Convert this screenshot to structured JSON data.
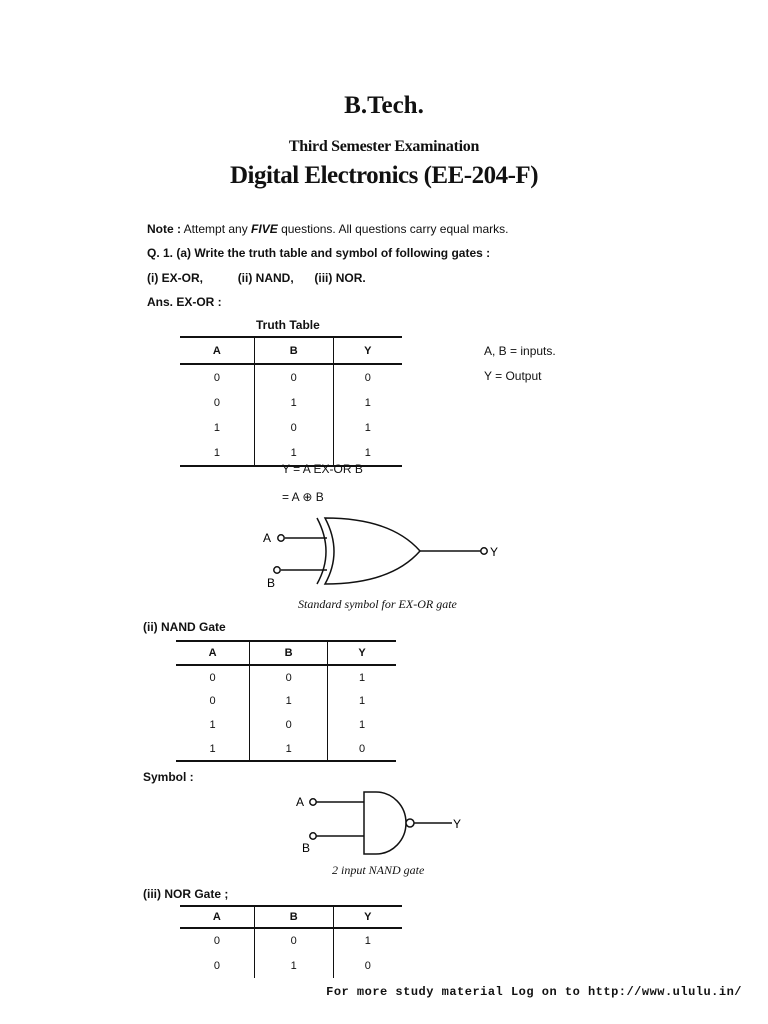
{
  "header": {
    "degree": "B.Tech.",
    "exam": "Third Semester Examination",
    "course": "Digital Electronics (EE-204-F)"
  },
  "note": {
    "label": "Note :",
    "text_before": "Attempt any",
    "emphasis": "FIVE",
    "text_after": "questions. All questions carry equal marks."
  },
  "question": {
    "number": "Q. 1. (a)",
    "text": "Write the truth table and symbol of following gates :",
    "parts": [
      "(i) EX-OR,",
      "(ii) NAND,",
      "(iii) NOR."
    ]
  },
  "answer_label": "Ans. EX-OR :",
  "exor": {
    "table_title": "Truth Table",
    "headers": [
      "A",
      "B",
      "Y"
    ],
    "rows": [
      [
        "0",
        "0",
        "0"
      ],
      [
        "0",
        "1",
        "1"
      ],
      [
        "1",
        "0",
        "1"
      ],
      [
        "1",
        "1",
        "1"
      ]
    ],
    "legend_inputs": "A, B = inputs.",
    "legend_output": "Y = Output",
    "equation_1": "Y = A EX-OR B",
    "equation_2": "= A ⊕ B",
    "symbol_labels": {
      "a": "A",
      "b": "B",
      "y": "Y"
    },
    "caption": "Standard symbol for EX-OR gate"
  },
  "nand": {
    "heading": "(ii) NAND Gate",
    "headers": [
      "A",
      "B",
      "Y"
    ],
    "rows": [
      [
        "0",
        "0",
        "1"
      ],
      [
        "0",
        "1",
        "1"
      ],
      [
        "1",
        "0",
        "1"
      ],
      [
        "1",
        "1",
        "0"
      ]
    ],
    "symbol_heading": "Symbol :",
    "symbol_labels": {
      "a": "A",
      "b": "B",
      "y": "Y"
    },
    "caption": "2 input NAND gate"
  },
  "nor": {
    "heading": "(iii) NOR Gate ;",
    "headers": [
      "A",
      "B",
      "Y"
    ],
    "rows": [
      [
        "0",
        "0",
        "1"
      ],
      [
        "0",
        "1",
        "0"
      ]
    ]
  },
  "footer": "For more study material Log on to http://www.ululu.in/"
}
